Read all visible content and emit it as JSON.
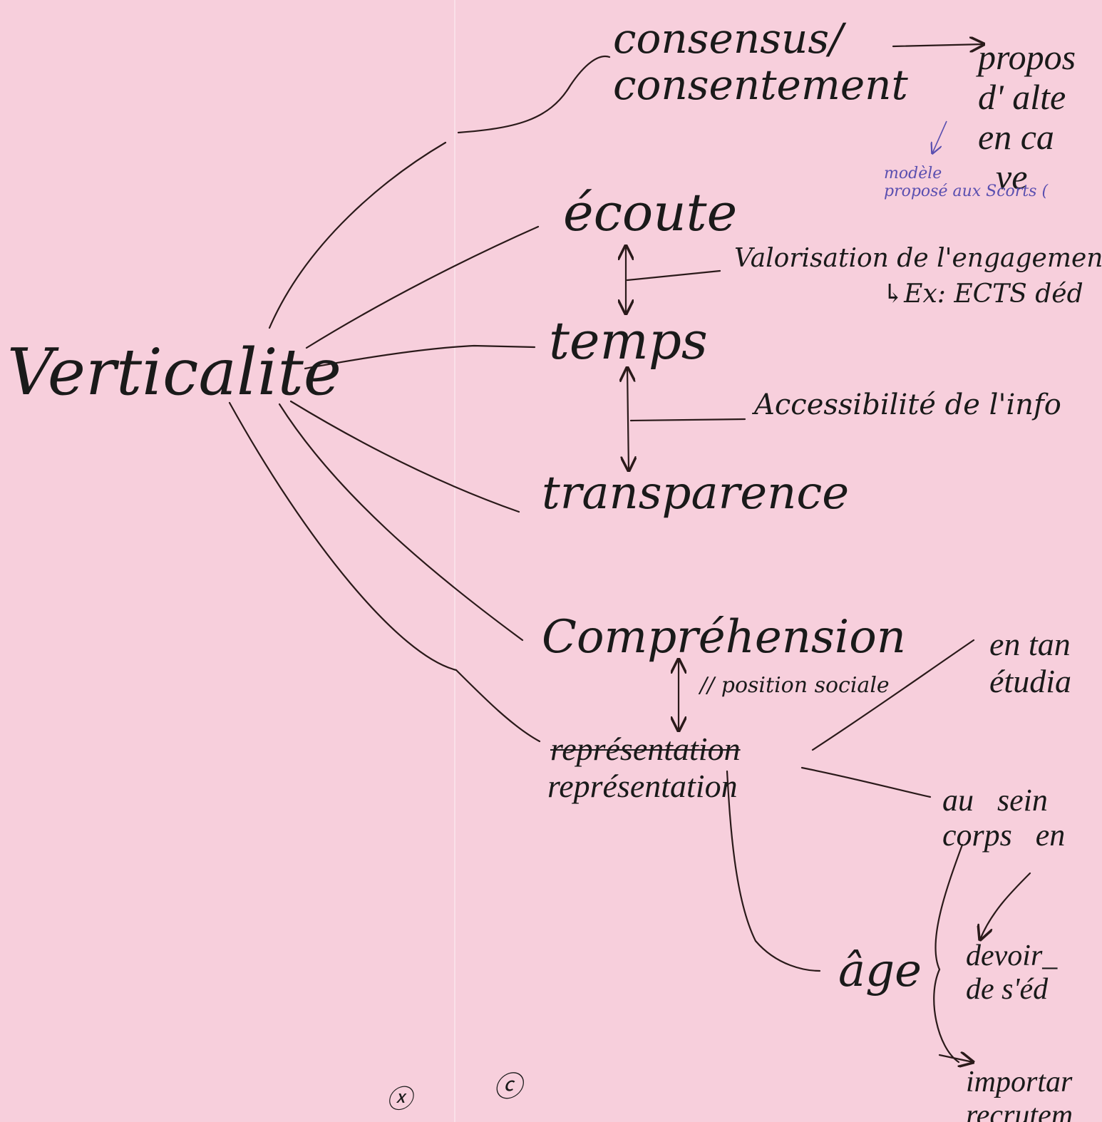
{
  "central": "Verticalite",
  "nodes": {
    "consensus": "consensus/\nconsentement",
    "ecoute": "écoute",
    "temps": "temps",
    "transparence": "transparence",
    "comprehension": "Compréhension",
    "reprehensation": "représentation",
    "representation": "représentation",
    "age": "âge"
  },
  "annotations": {
    "proposition": "propos\nd' alte\nen ca\n  ve",
    "modele": "modèle\nproposé aux Scorts (",
    "valorisation": "Valorisation de l'engagement (d",
    "ects": "↳Ex: ECTS déd",
    "accessibilite": "Accessibilité de l'info",
    "position_sociale": "// position sociale",
    "en_tant": "en tan\nétudia",
    "au_sein": "au   sein\ncorps   en",
    "devoir": "devoir_\nde s'éd",
    "importance": "importar\nrecrutem"
  },
  "page_marks": {
    "left": "ⓧ",
    "right": "ⓒ"
  },
  "colors": {
    "paper": "#f7cfdc",
    "ink": "#1a1a1a",
    "line": "#2a1a1a",
    "blue_ink": "#5a4fb0"
  }
}
